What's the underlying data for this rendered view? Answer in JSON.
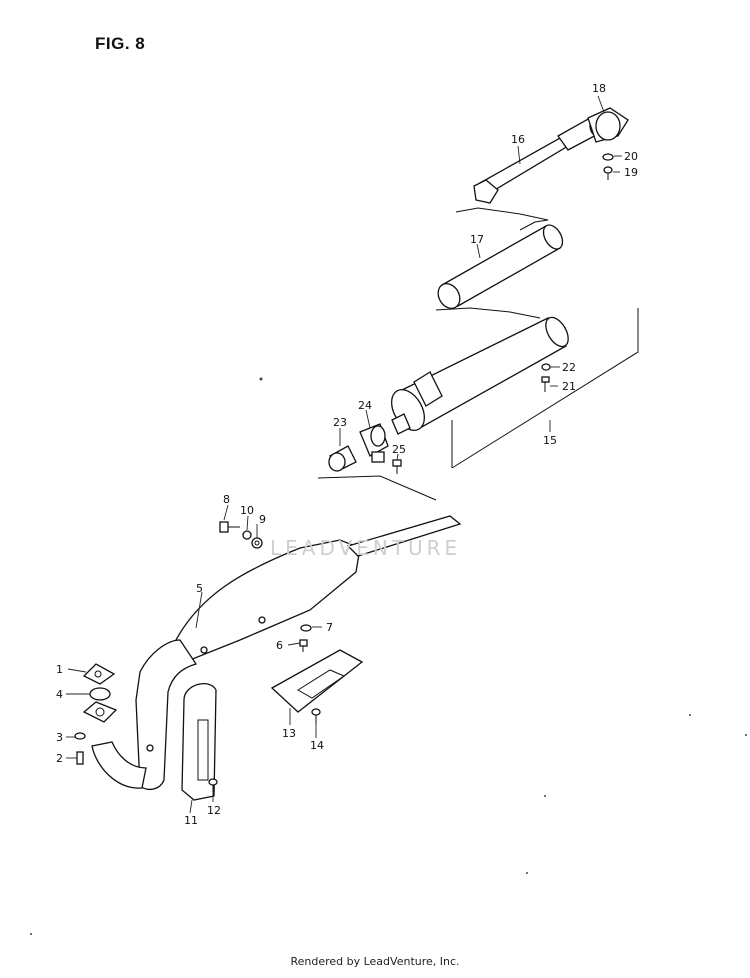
{
  "figure": {
    "title": "FIG. 8",
    "footer": "Rendered by LeadVenture, Inc.",
    "watermark": "LEADVENTURE"
  },
  "callouts": [
    "1",
    "2",
    "3",
    "4",
    "5",
    "6",
    "7",
    "8",
    "9",
    "10",
    "11",
    "12",
    "13",
    "14",
    "15",
    "16",
    "17",
    "18",
    "19",
    "20",
    "21",
    "22",
    "23",
    "24",
    "25"
  ]
}
